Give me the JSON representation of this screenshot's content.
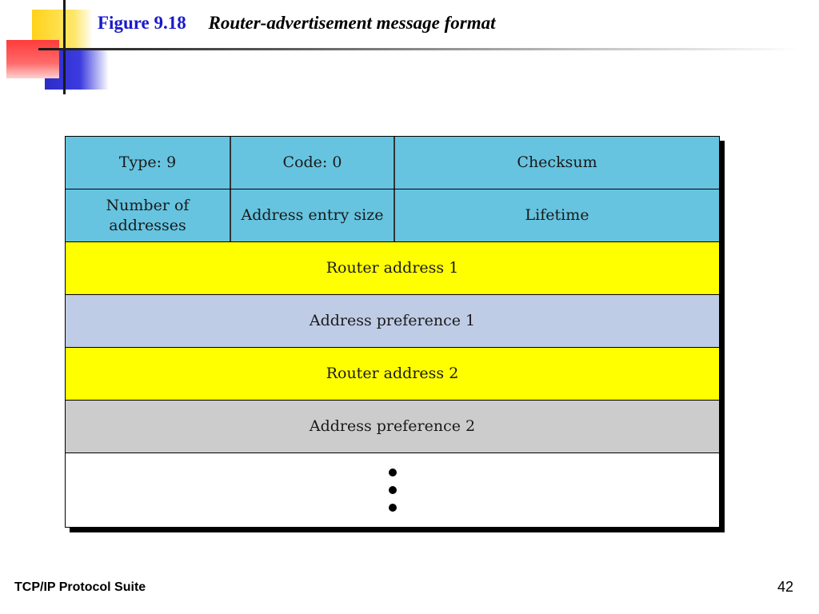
{
  "slide": {
    "figure_number": "Figure 9.18",
    "figure_title": "Router-advertisement message format"
  },
  "diagram": {
    "row1": {
      "type": "Type: 9",
      "code": "Code: 0",
      "checksum": "Checksum"
    },
    "row2": {
      "num_addresses": "Number of addresses",
      "entry_size": "Address entry size",
      "lifetime": "Lifetime"
    },
    "rows": [
      {
        "label": "Router address 1",
        "color": "#ffff00"
      },
      {
        "label": "Address preference 1",
        "color": "#bfcce6"
      },
      {
        "label": "Router address 2",
        "color": "#ffff00"
      },
      {
        "label": "Address preference 2",
        "color": "#cccccc"
      }
    ],
    "header_color": "#66c4e0"
  },
  "footer": {
    "suite": "TCP/IP Protocol Suite",
    "page": "42"
  }
}
